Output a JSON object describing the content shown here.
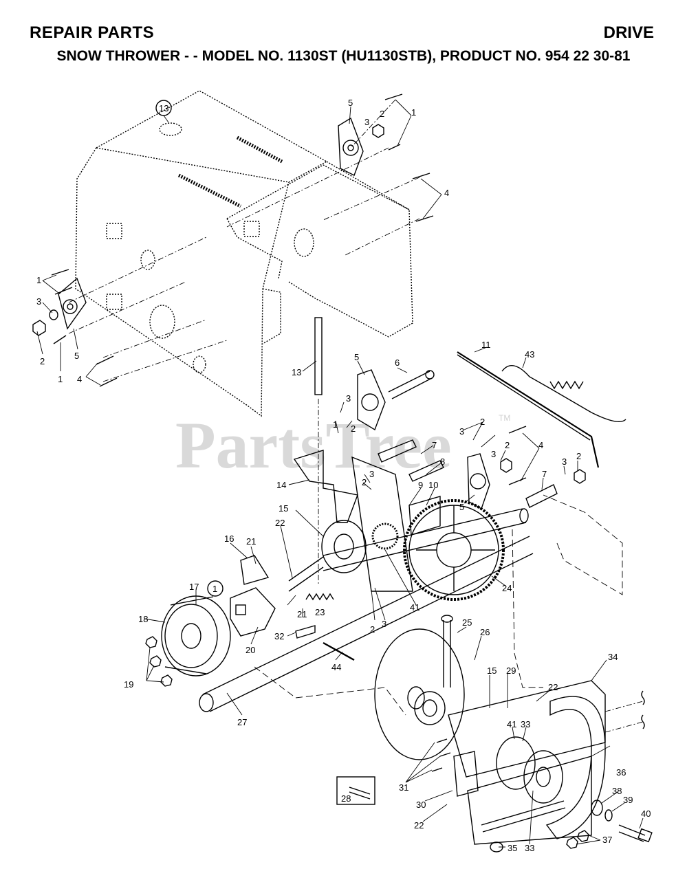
{
  "header": {
    "left": "REPAIR PARTS",
    "right": "DRIVE",
    "subtitle": "SNOW THROWER - - MODEL NO. 1130ST (HU1130STB), PRODUCT NO. 954 22 30-81"
  },
  "watermark": {
    "text": "PartsTree",
    "tm": "TM"
  },
  "callouts": [
    {
      "id": "c13a",
      "text": "13",
      "circled": true
    },
    {
      "id": "c5a",
      "text": "5"
    },
    {
      "id": "c1a",
      "text": "1"
    },
    {
      "id": "c2a",
      "text": "2"
    },
    {
      "id": "c3a",
      "text": "3"
    },
    {
      "id": "c4a",
      "text": "4"
    },
    {
      "id": "c1b",
      "text": "1"
    },
    {
      "id": "c3b",
      "text": "3"
    },
    {
      "id": "c2b",
      "text": "2"
    },
    {
      "id": "c1c",
      "text": "1"
    },
    {
      "id": "c5b",
      "text": "5"
    },
    {
      "id": "c4b",
      "text": "4"
    },
    {
      "id": "c13b",
      "text": "13"
    },
    {
      "id": "c5c",
      "text": "5"
    },
    {
      "id": "c6",
      "text": "6"
    },
    {
      "id": "c3c",
      "text": "3"
    },
    {
      "id": "c2c",
      "text": "2"
    },
    {
      "id": "c1d",
      "text": "1"
    },
    {
      "id": "c11",
      "text": "11"
    },
    {
      "id": "c43",
      "text": "43"
    },
    {
      "id": "c2d",
      "text": "2"
    },
    {
      "id": "c3d",
      "text": "3"
    },
    {
      "id": "c7a",
      "text": "7"
    },
    {
      "id": "c8",
      "text": "8"
    },
    {
      "id": "c4c",
      "text": "4"
    },
    {
      "id": "c2e",
      "text": "2"
    },
    {
      "id": "c3e",
      "text": "3"
    },
    {
      "id": "c3f",
      "text": "3"
    },
    {
      "id": "c2f",
      "text": "2"
    },
    {
      "id": "c7b",
      "text": "7"
    },
    {
      "id": "c5d",
      "text": "5"
    },
    {
      "id": "c14",
      "text": "14"
    },
    {
      "id": "c2g",
      "text": "2"
    },
    {
      "id": "c3g",
      "text": "3"
    },
    {
      "id": "c9",
      "text": "9"
    },
    {
      "id": "c10",
      "text": "10"
    },
    {
      "id": "c15a",
      "text": "15"
    },
    {
      "id": "c16",
      "text": "16"
    },
    {
      "id": "c21a",
      "text": "21"
    },
    {
      "id": "c22a",
      "text": "22"
    },
    {
      "id": "c17",
      "text": "17"
    },
    {
      "id": "c1e",
      "text": "1",
      "circled": true
    },
    {
      "id": "c18",
      "text": "18"
    },
    {
      "id": "c21b",
      "text": "21"
    },
    {
      "id": "c23",
      "text": "23"
    },
    {
      "id": "c2h",
      "text": "2"
    },
    {
      "id": "c3h",
      "text": "3"
    },
    {
      "id": "c41a",
      "text": "41"
    },
    {
      "id": "c24",
      "text": "24"
    },
    {
      "id": "c20",
      "text": "20"
    },
    {
      "id": "c32",
      "text": "32"
    },
    {
      "id": "c19",
      "text": "19"
    },
    {
      "id": "c44",
      "text": "44"
    },
    {
      "id": "c27",
      "text": "27"
    },
    {
      "id": "c25",
      "text": "25"
    },
    {
      "id": "c26",
      "text": "26"
    },
    {
      "id": "c15b",
      "text": "15"
    },
    {
      "id": "c29",
      "text": "29"
    },
    {
      "id": "c22b",
      "text": "22"
    },
    {
      "id": "c34",
      "text": "34"
    },
    {
      "id": "c41b",
      "text": "41"
    },
    {
      "id": "c33a",
      "text": "33"
    },
    {
      "id": "c31",
      "text": "31"
    },
    {
      "id": "c28",
      "text": "28"
    },
    {
      "id": "c30",
      "text": "30"
    },
    {
      "id": "c22c",
      "text": "22"
    },
    {
      "id": "c36",
      "text": "36"
    },
    {
      "id": "c38",
      "text": "38"
    },
    {
      "id": "c39",
      "text": "39"
    },
    {
      "id": "c40",
      "text": "40"
    },
    {
      "id": "c35",
      "text": "35"
    },
    {
      "id": "c33b",
      "text": "33"
    },
    {
      "id": "c37",
      "text": "37"
    }
  ]
}
